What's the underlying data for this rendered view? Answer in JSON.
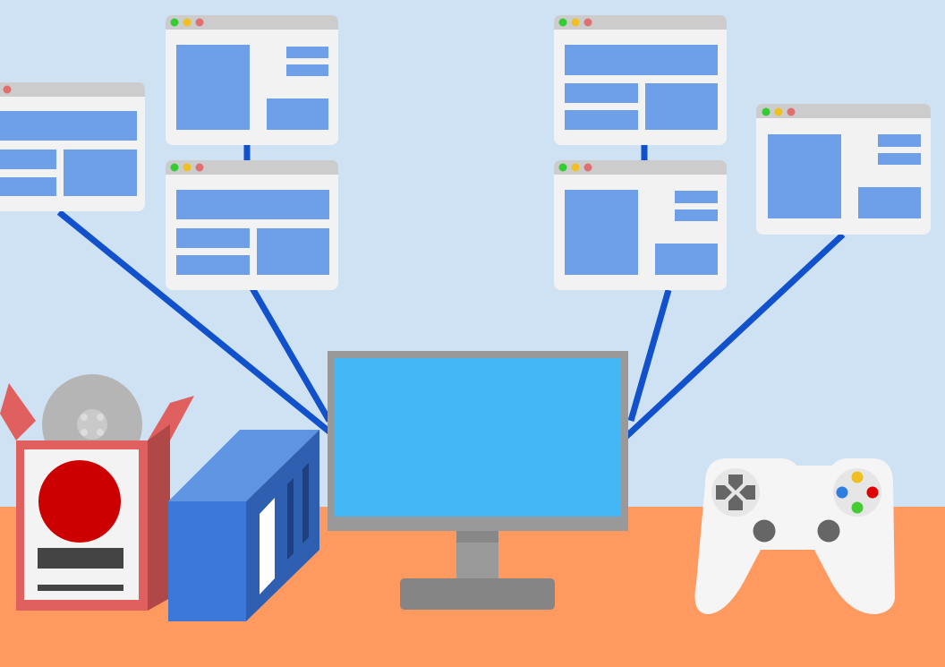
{
  "colors": {
    "sky": "#cfe2f4",
    "desk": "#fe9a60",
    "cable": "#1152cc",
    "window_bg": "#f2f2f2",
    "window_bar": "#cccccc",
    "content_block": "#6ea0ea",
    "dot_green": "#33cc33",
    "dot_yellow": "#f0c020",
    "dot_red": "#e07070",
    "monitor_frame": "#999999",
    "monitor_screen": "#44b8f6",
    "box_red": "#e06060",
    "box_label_circle": "#cc0000",
    "box_label_bar": "#444444",
    "disc": "#b5b5b5",
    "pc_case": "#3b78d8",
    "controller": "#f5f5f5",
    "controller_buttons": [
      "#f0c020",
      "#2f7de0",
      "#e00000",
      "#44cc33"
    ]
  },
  "icons": {
    "software_box": "software-box-icon",
    "disc": "disc-icon",
    "pc_tower": "pc-tower-icon",
    "monitor": "monitor-icon",
    "gamepad": "gamepad-icon",
    "window": "app-window-icon",
    "dpad": "dpad-icon"
  },
  "windows": [
    {
      "id": "left-edge",
      "layout": "banner-split"
    },
    {
      "id": "left-top",
      "layout": "sidebar-right"
    },
    {
      "id": "left-bottom",
      "layout": "banner-split"
    },
    {
      "id": "right-top",
      "layout": "banner-split-wide"
    },
    {
      "id": "right-bottom",
      "layout": "sidebar-right"
    },
    {
      "id": "right-edge",
      "layout": "sidebar-right"
    }
  ]
}
